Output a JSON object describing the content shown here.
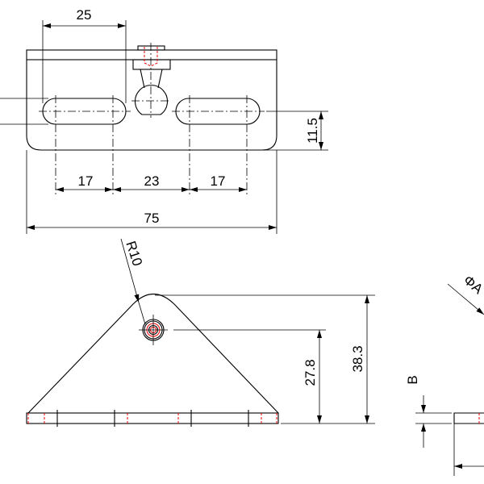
{
  "top_view": {
    "dim_slot_span": "25",
    "dim_slot_length_left": "17",
    "dim_slot_gap": "23",
    "dim_slot_length_right": "17",
    "dim_overall_width": "75",
    "dim_slot_offset": "11.5"
  },
  "side_view": {
    "dim_radius": "R10",
    "dim_hole_height": "27.8",
    "dim_total_height": "38.3"
  },
  "detail_view": {
    "dim_diameter": "ΦA",
    "dim_thickness": "B"
  },
  "colors": {
    "line": "#000000",
    "hidden": "#e00000"
  }
}
